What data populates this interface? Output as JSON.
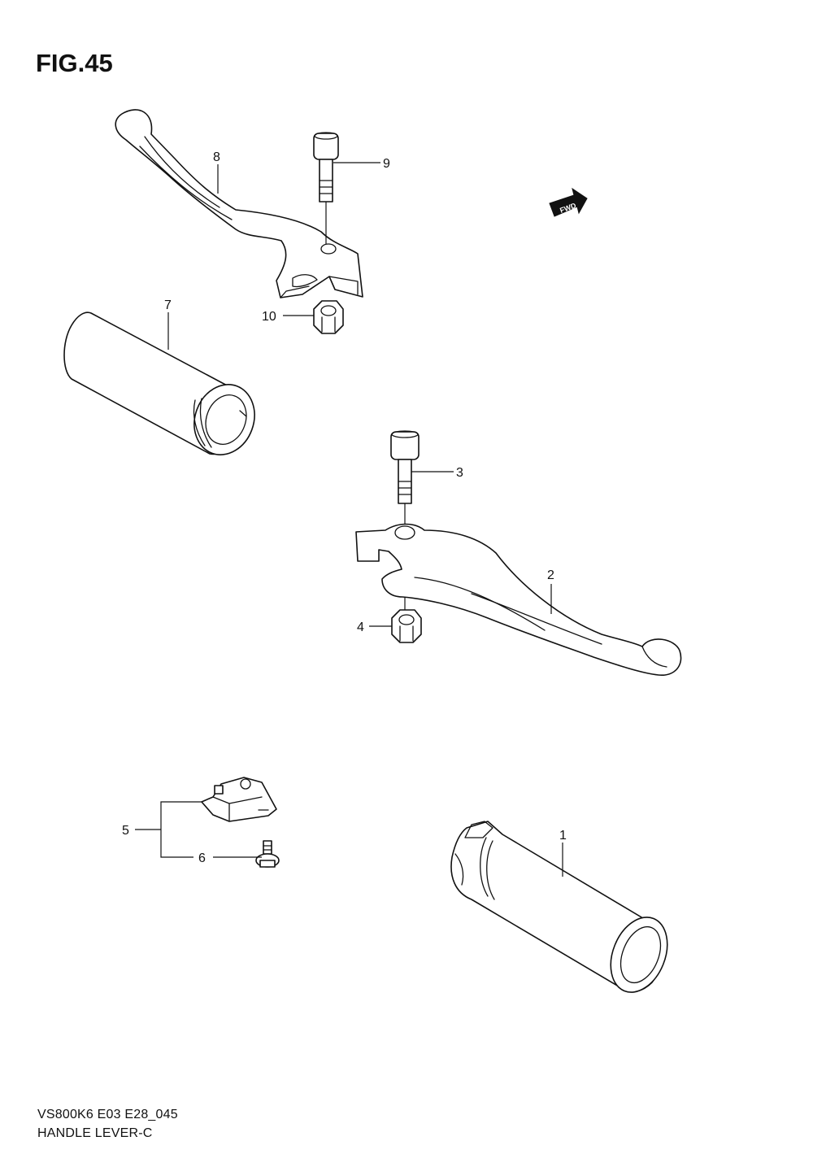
{
  "figure": {
    "title": "FIG.45"
  },
  "footer": {
    "model_code": "VS800K6 E03 E28_045",
    "section_name": "HANDLE LEVER-C"
  },
  "badge": {
    "label": "FWD",
    "icon": "fwd-arrow-icon"
  },
  "callouts": [
    {
      "id": "1",
      "label": "1",
      "part": "throttle-grip"
    },
    {
      "id": "2",
      "label": "2",
      "part": "brake-lever"
    },
    {
      "id": "3",
      "label": "3",
      "part": "brake-lever-bolt"
    },
    {
      "id": "4",
      "label": "4",
      "part": "brake-lever-nut"
    },
    {
      "id": "5",
      "label": "5",
      "part": "brake-light-switch"
    },
    {
      "id": "6",
      "label": "6",
      "part": "switch-screw"
    },
    {
      "id": "7",
      "label": "7",
      "part": "left-handlebar-grip"
    },
    {
      "id": "8",
      "label": "8",
      "part": "clutch-lever"
    },
    {
      "id": "9",
      "label": "9",
      "part": "clutch-lever-bolt"
    },
    {
      "id": "10",
      "label": "10",
      "part": "clutch-lever-nut"
    }
  ]
}
